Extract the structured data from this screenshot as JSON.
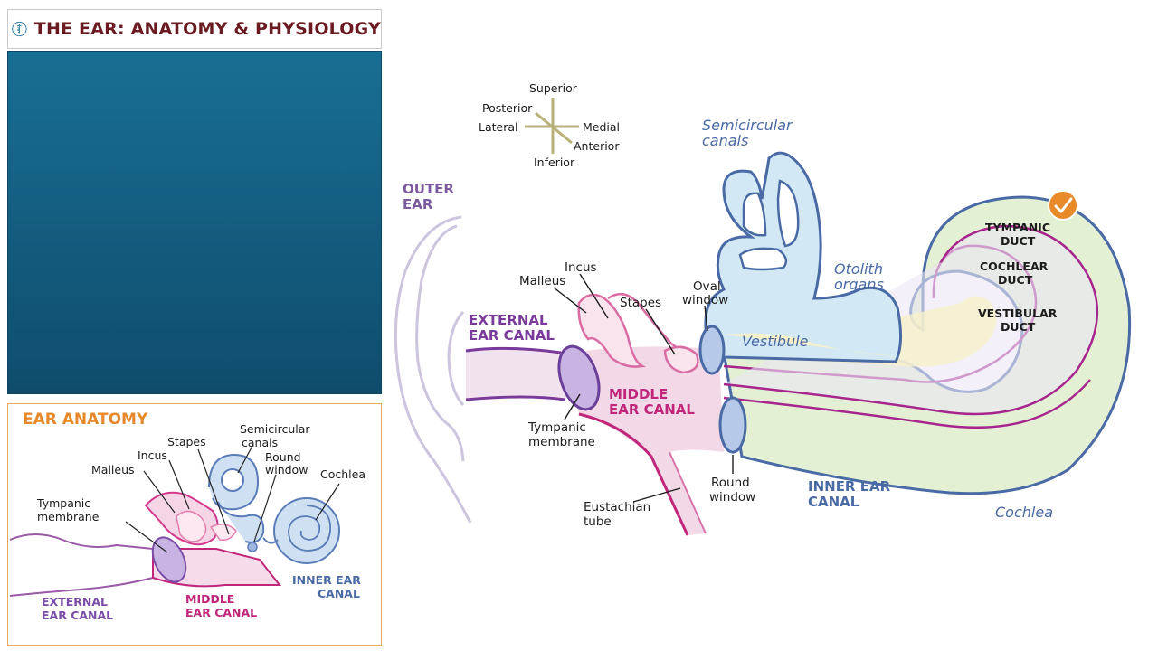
{
  "header": {
    "title": "THE EAR: ANATOMY & PHYSIOLOGY",
    "logo_icon": "caduceus-icon"
  },
  "thumbnail": {
    "title": "EAR ANATOMY",
    "labels": {
      "semicircular_1": "Semicircular",
      "semicircular_2": "canals",
      "stapes": "Stapes",
      "incus": "Incus",
      "malleus": "Malleus",
      "round_1": "Round",
      "round_2": "window",
      "cochlea": "Cochlea",
      "tympanic_1": "Tympanic",
      "tympanic_2": "membrane",
      "inner_1": "INNER EAR",
      "inner_2": "CANAL",
      "external_1": "EXTERNAL",
      "external_2": "EAR CANAL",
      "middle_1": "MIDDLE",
      "middle_2": "EAR CANAL"
    }
  },
  "compass": {
    "superior": "Superior",
    "posterior": "Posterior",
    "lateral": "Lateral",
    "medial": "Medial",
    "anterior": "Anterior",
    "inferior": "Inferior"
  },
  "diagram": {
    "semicircular_1": "Semicircular",
    "semicircular_2": "canals",
    "outer_1": "OUTER",
    "outer_2": "EAR",
    "incus": "Incus",
    "malleus": "Malleus",
    "stapes": "Stapes",
    "oval_1": "Oval",
    "oval_2": "window",
    "otolith_1": "Otolith",
    "otolith_2": "organs",
    "external_1": "EXTERNAL",
    "external_2": "EAR CANAL",
    "vestibule": "Vestibule",
    "middle_1": "MIDDLE",
    "middle_2": "EAR CANAL",
    "tympanic_1": "Tympanic",
    "tympanic_2": "membrane",
    "round_1": "Round",
    "round_2": "window",
    "inner_1": "INNER EAR",
    "inner_2": "CANAL",
    "eustachian_1": "Eustachian",
    "eustachian_2": "tube",
    "cochlea": "Cochlea",
    "tympanic_duct_1": "TYMPANIC",
    "tympanic_duct_2": "DUCT",
    "cochlear_duct_1": "COCHLEAR",
    "cochlear_duct_2": "DUCT",
    "vestibular_duct_1": "VESTIBULAR",
    "vestibular_duct_2": "DUCT"
  },
  "colors": {
    "title": "#6b1a22",
    "outer_ear": "#7a5a9e",
    "middle_ear": "#c0267a",
    "inner_ear": "#4a6aa5",
    "thumb_title": "#e7892a",
    "check_badge": "#e8892a"
  },
  "check_icon": "check-badge-icon"
}
